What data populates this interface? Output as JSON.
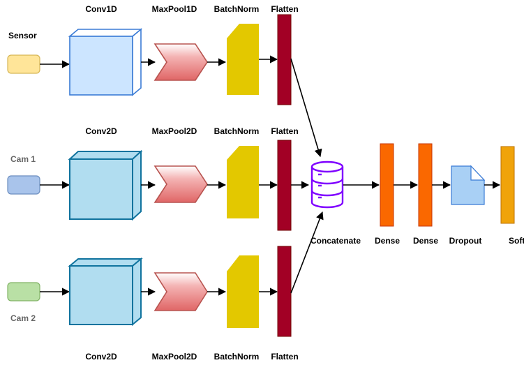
{
  "rows": [
    {
      "input_label": "Sensor",
      "conv_label": "Conv1D",
      "pool_label": "MaxPool1D",
      "norm_label": "BatchNorm",
      "flatten_label": "Flatten"
    },
    {
      "input_label": "Cam 1",
      "conv_label": "Conv2D",
      "pool_label": "MaxPool2D",
      "norm_label": "BatchNorm",
      "flatten_label": "Flatten"
    },
    {
      "input_label": "Cam 2",
      "conv_label": "Conv2D",
      "pool_label": "MaxPool2D",
      "norm_label": "BatchNorm",
      "flatten_label": "Flatten"
    }
  ],
  "head": {
    "concatenate_label": "Concatenate",
    "dense1_label": "Dense",
    "dense2_label": "Dense",
    "dropout_label": "Dropout",
    "softmax_label": "Softmax"
  },
  "colors": {
    "sensor_fill": "#FFE599",
    "sensor_stroke": "#D6B656",
    "cam1_fill": "#A9C4EB",
    "cam1_stroke": "#6C8EBF",
    "cam2_fill": "#B9E0A5",
    "cam2_stroke": "#82B366",
    "conv1d_fill": "#CCE5FF",
    "conv1d_stroke": "#3A7BD5",
    "conv2d_fill": "#B1DDF0",
    "conv2d_stroke": "#10739E",
    "pool_fill": "#F08080",
    "pool_stroke": "#B85450",
    "norm_fill": "#E3C800",
    "flatten_fill": "#A20025",
    "concat_stroke": "#7F00FF",
    "dense_fill": "#FA6800",
    "dropout_fill": "#A9D0F5",
    "dropout_stroke": "#3A7BD5",
    "softmax_fill": "#F0A30A"
  },
  "icons": {
    "concatenate": "database-icon",
    "dropout": "document-icon"
  }
}
